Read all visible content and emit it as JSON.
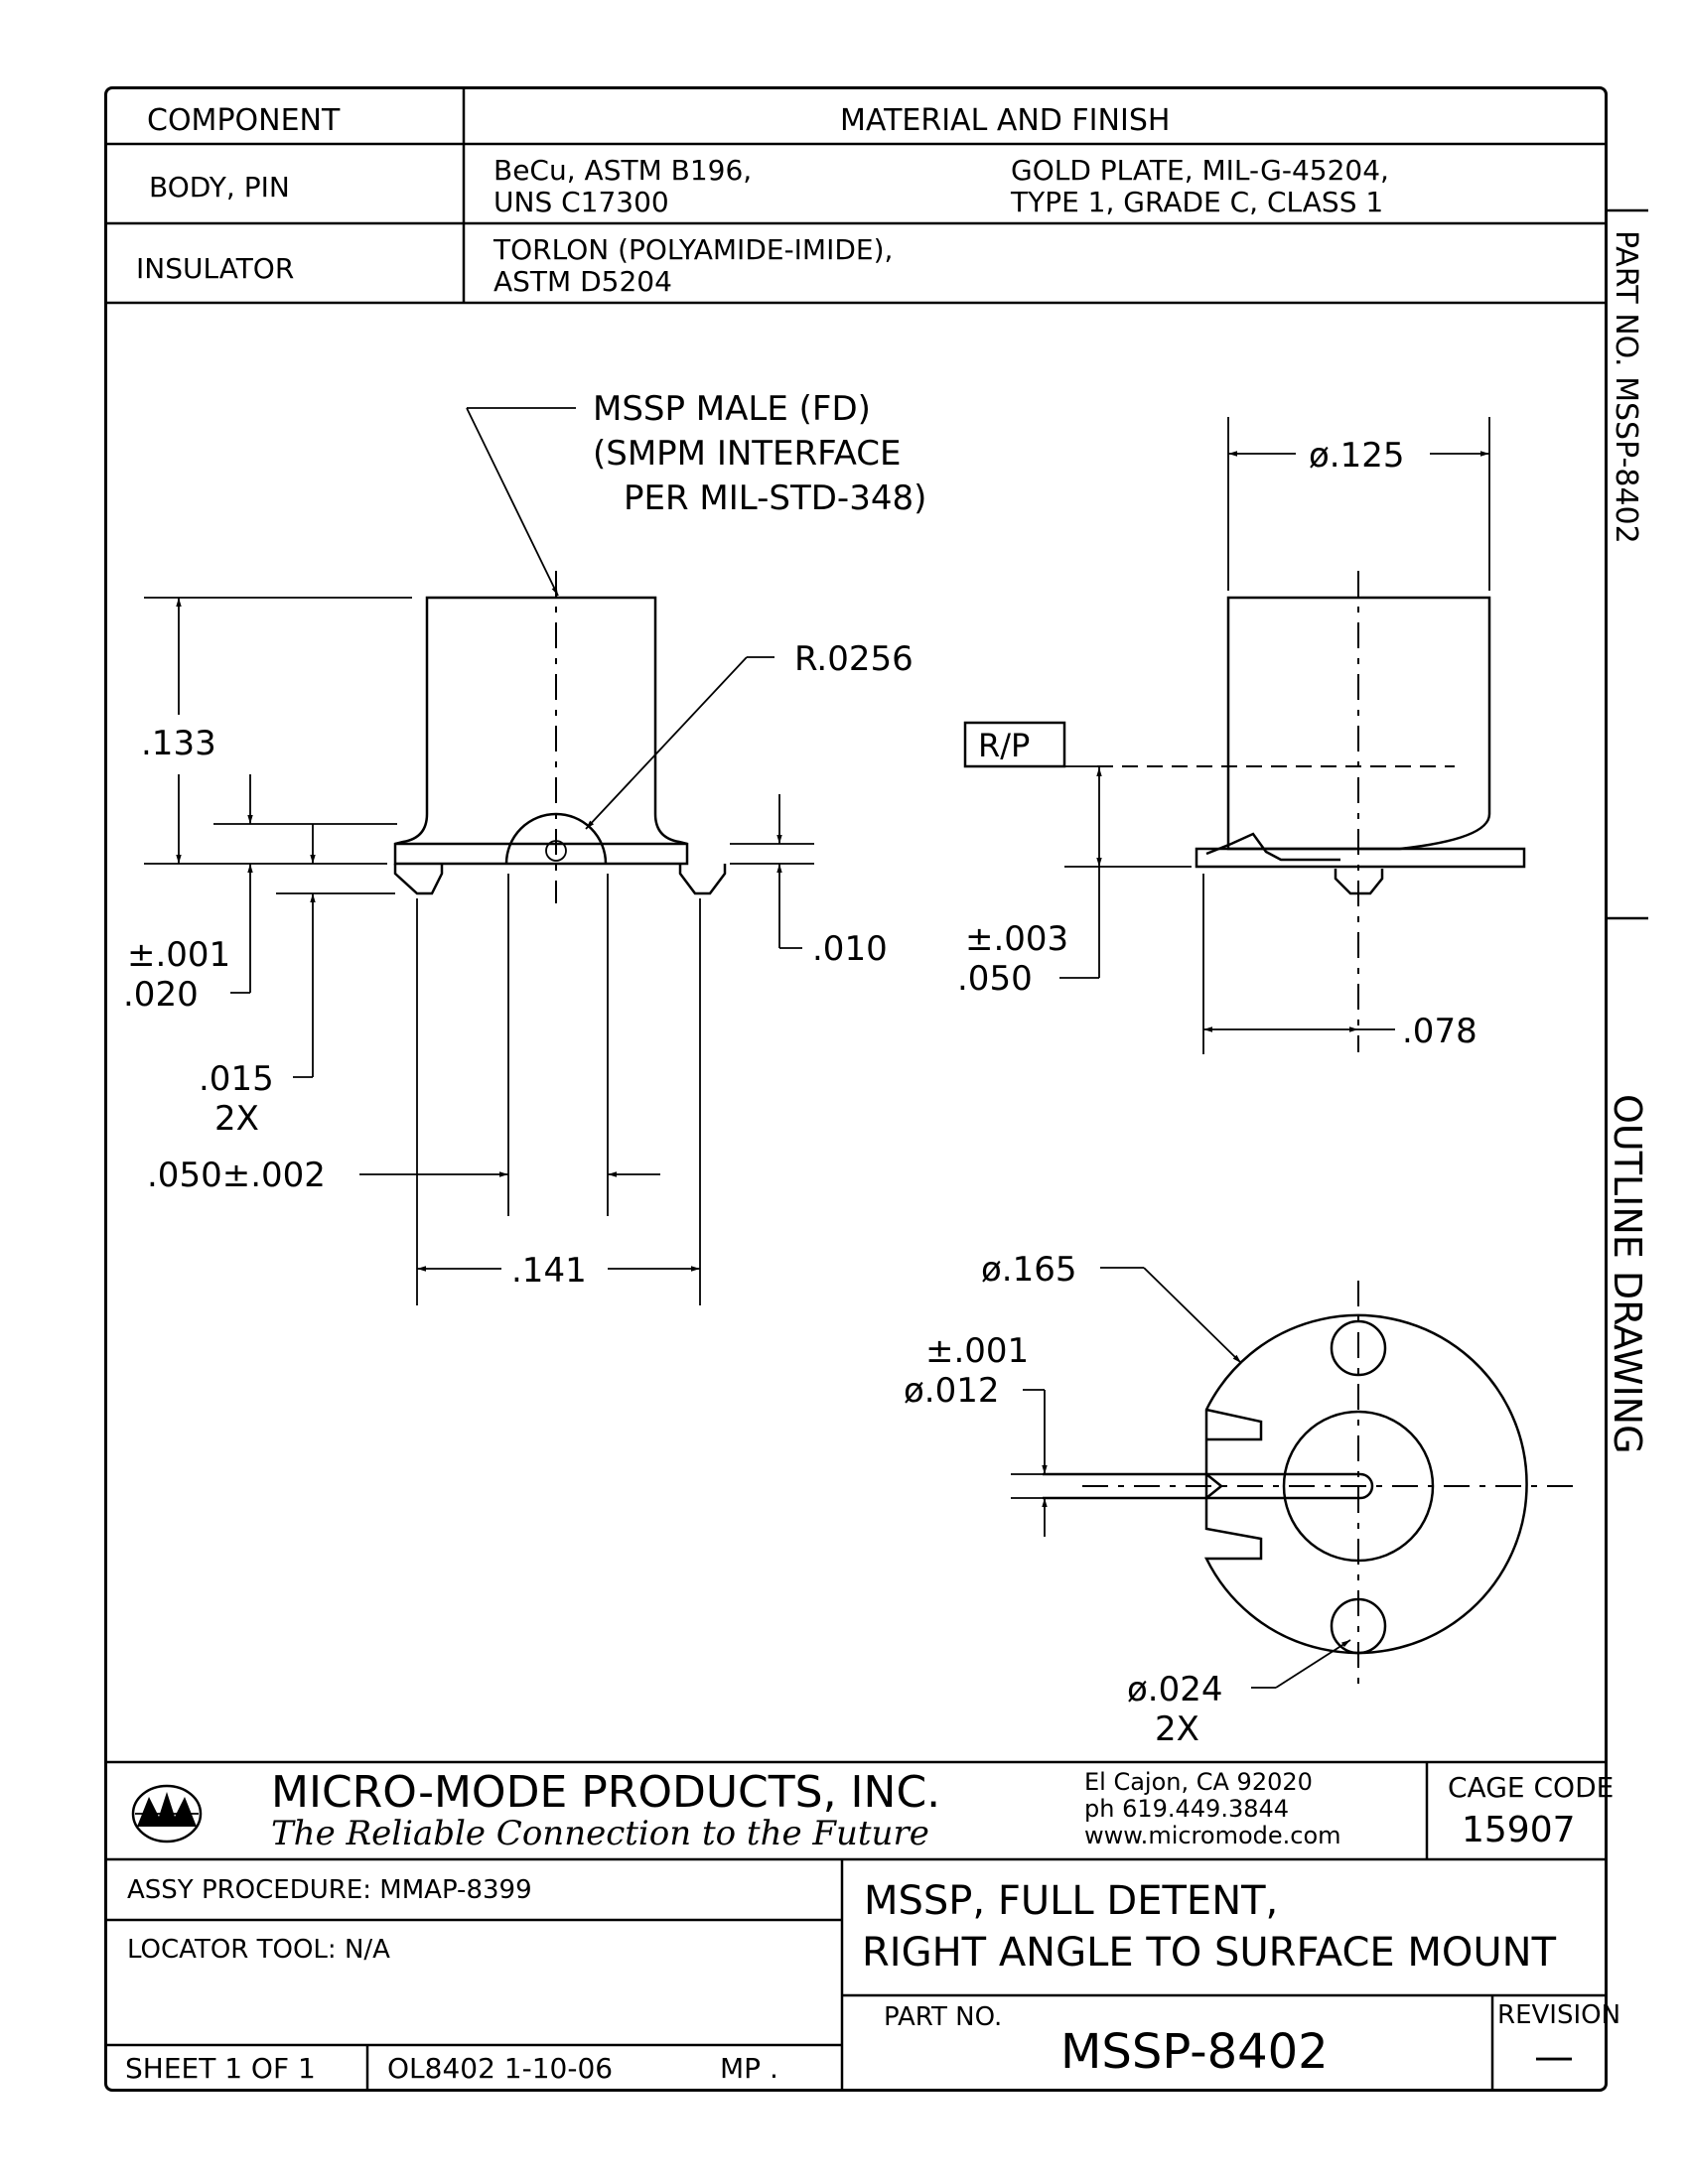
{
  "materials_table": {
    "header_component": "COMPONENT",
    "header_material": "MATERIAL AND FINISH",
    "rows": [
      {
        "component": "BODY, PIN",
        "material_line1": "BeCu, ASTM B196,",
        "material_line2": "UNS C17300",
        "finish_line1": "GOLD PLATE, MIL-G-45204,",
        "finish_line2": "TYPE 1, GRADE C, CLASS 1"
      },
      {
        "component": "INSULATOR",
        "material_line1": "TORLON (POLYAMIDE-IMIDE),",
        "material_line2": "ASTM D5204",
        "finish_line1": "",
        "finish_line2": ""
      }
    ]
  },
  "side_labels": {
    "part_no_vertical": "PART NO. MSSP-8402",
    "outline_drawing": "OUTLINE DRAWING"
  },
  "front_view": {
    "callout_line1": "MSSP MALE (FD)",
    "callout_line2": "(SMPM INTERFACE",
    "callout_line3": "PER MIL-STD-348)",
    "radius": "R.0256",
    "height": ".133",
    "tol_001": "±.001",
    "dim_020": ".020",
    "dim_010": ".010",
    "dim_015": ".015",
    "qty_2x": "2X",
    "dim_050_002": ".050±.002",
    "dim_141": ".141"
  },
  "side_view": {
    "diameter_125": "ø.125",
    "ref_plane": "R/P",
    "tol_003": "±.003",
    "dim_050": ".050",
    "dim_078": ".078"
  },
  "bottom_view": {
    "diameter_165": "ø.165",
    "tol_001": "±.001",
    "diameter_012": "ø.012",
    "diameter_024": "ø.024",
    "qty_2x": "2X"
  },
  "title_block": {
    "company": "MICRO-MODE PRODUCTS, INC.",
    "tagline": "The Reliable Connection to the Future",
    "address_city": "El Cajon, CA  92020",
    "address_phone": "ph  619.449.3844",
    "address_web": "www.micromode.com",
    "cage_code_label": "CAGE CODE",
    "cage_code": "15907",
    "assy_procedure": "ASSY PROCEDURE:  MMAP-8399",
    "locator_tool": "LOCATOR TOOL:  N/A",
    "title_line1": "MSSP,  FULL  DETENT,",
    "title_line2": "RIGHT  ANGLE  TO  SURFACE  MOUNT",
    "part_no_label": "PART NO.",
    "part_no": "MSSP-8402",
    "revision_label": "REVISION",
    "revision": "—",
    "sheet": "SHEET  1  OF  1",
    "drawing_ref": "OL8402  1-10-06",
    "drawn_by": "MP  ."
  }
}
